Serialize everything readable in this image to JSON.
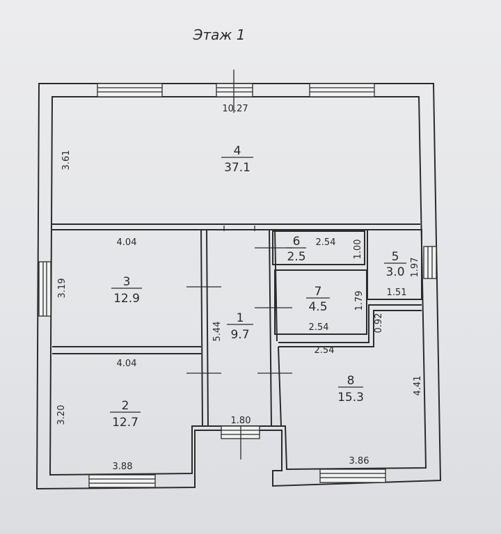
{
  "floor_title": "Этаж 1",
  "rooms": {
    "r4": {
      "num": "4",
      "area": "37.1"
    },
    "r3": {
      "num": "3",
      "area": "12.9"
    },
    "r2": {
      "num": "2",
      "area": "12.7"
    },
    "r1": {
      "num": "1",
      "area": "9.7"
    },
    "r6": {
      "num": "6",
      "area": "2.5"
    },
    "r5": {
      "num": "5",
      "area": "3.0"
    },
    "r7": {
      "num": "7",
      "area": "4.5"
    },
    "r8": {
      "num": "8",
      "area": "15.3"
    }
  },
  "dimensions": {
    "top_width": "10.27",
    "room4_height": "3.61",
    "room3_width": "4.04",
    "room3_height": "3.19",
    "room2_width_top": "4.04",
    "room2_height": "3.20",
    "room2_width_bottom": "3.88",
    "room1_height": "5.44",
    "entrance_width": "1.80",
    "room6_width": "2.54",
    "room6_height": "1.00",
    "room5_height": "1.97",
    "room5_width": "1.51",
    "room7_height": "1.79",
    "room7_width": "2.54",
    "corridor_gap": "0.92",
    "room8_width_top": "2.54",
    "room8_height": "4.41",
    "room8_width_bottom": "3.86"
  }
}
